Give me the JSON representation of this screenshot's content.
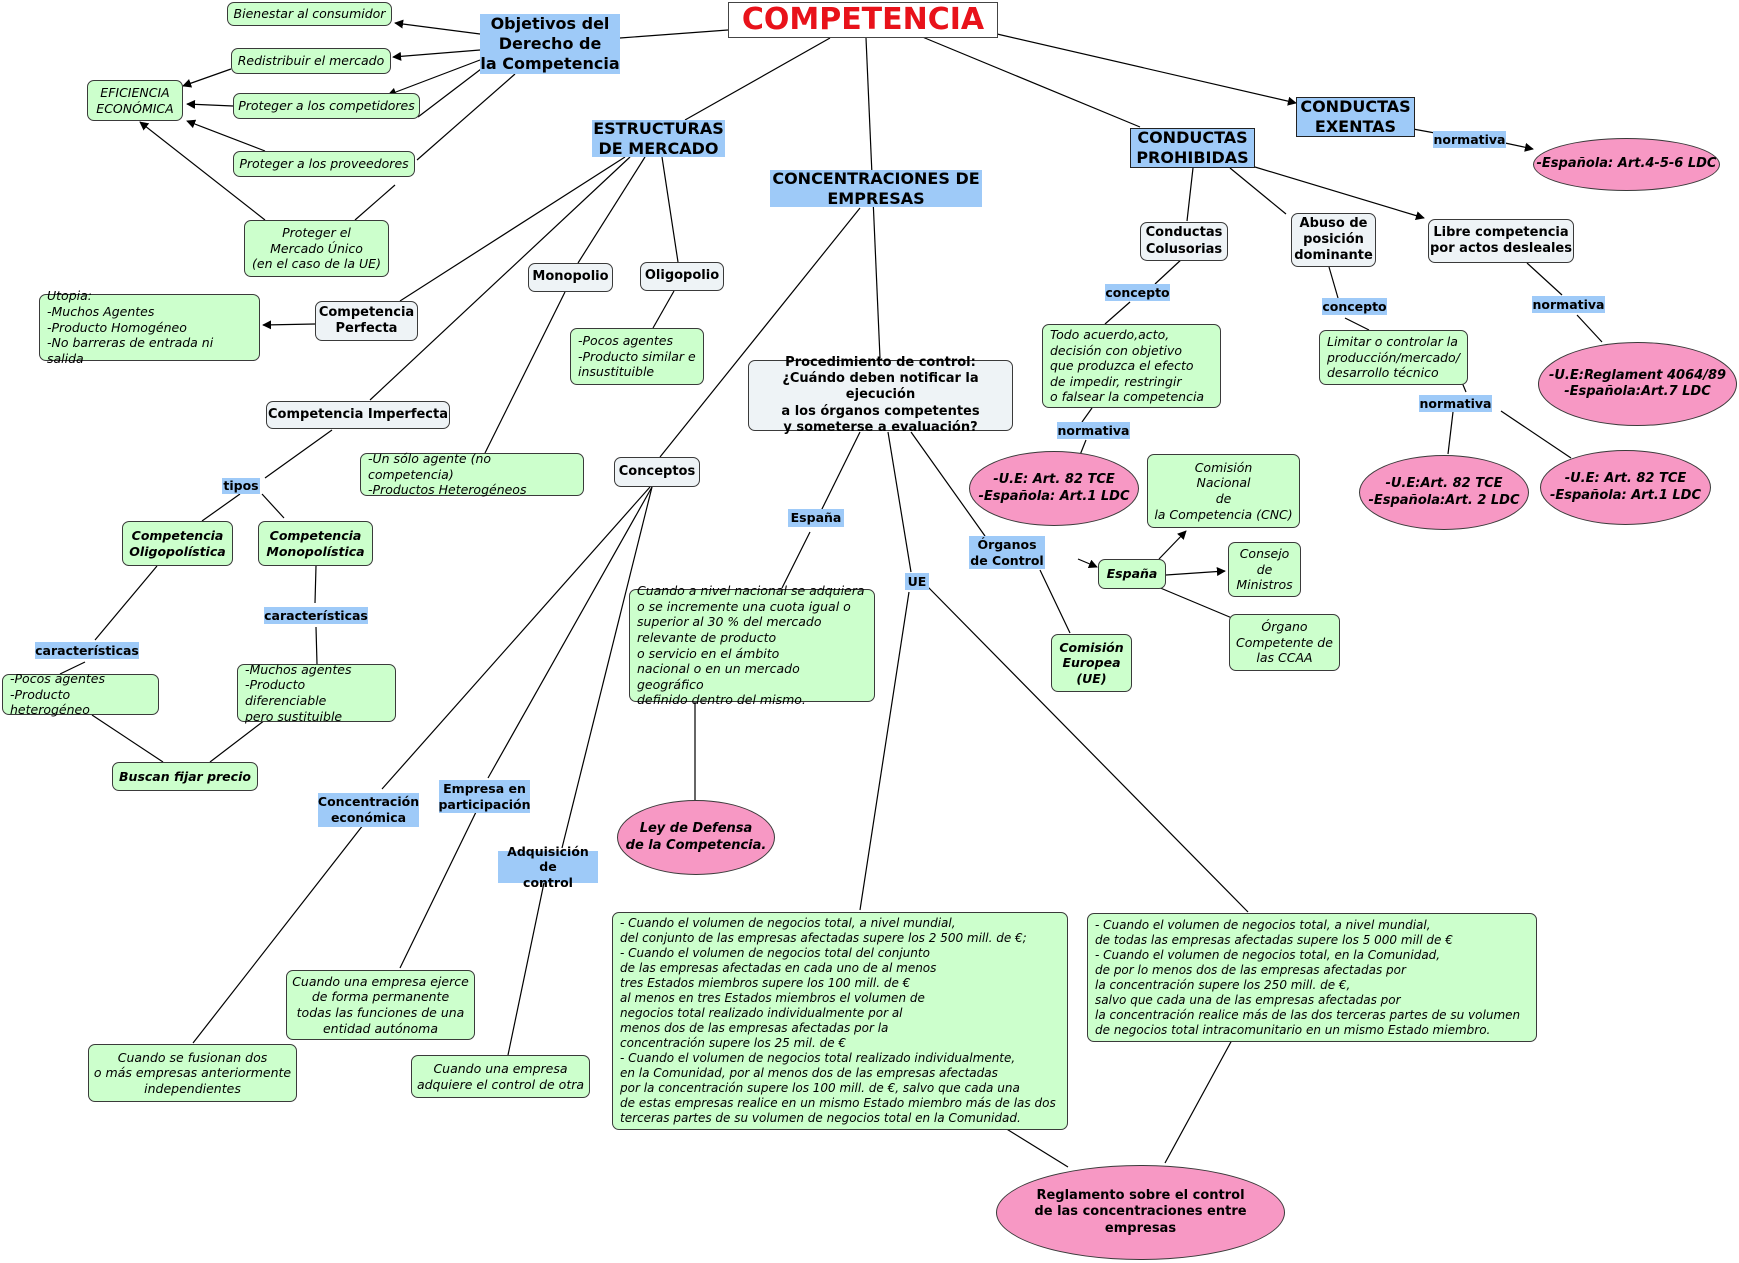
{
  "title": "COMPETENCIA",
  "objectives": {
    "heading": "Objetivos del\nDerecho de\nla Competencia",
    "items": [
      "Bienestar al consumidor",
      "Redistribuir el mercado",
      "Proteger a los competidores",
      "Proteger a los proveedores",
      "Proteger el\nMercado Único\n(en el caso de la UE)"
    ],
    "efficiency": "EFICIENCIA\nECONÓMICA"
  },
  "structures": {
    "heading": "ESTRUCTURAS\nDE MERCADO",
    "perfect": "Competencia\nPerfecta",
    "utopia": "Utopia:\n-Muchos Agentes\n-Producto Homogéneo\n-No barreras de entrada ni salida",
    "monopoly": "Monopolio",
    "monopoly_desc": "-Un sólo agente (no competencia)\n-Productos Heterogéneos",
    "oligopoly": "Oligopolio",
    "oligopoly_desc": "-Pocos agentes\n-Producto similar e\ninsustituible",
    "imperfect": "Competencia Imperfecta",
    "types_label": "tipos",
    "oligopolistic": "Competencia\nOligopolística",
    "monopolistic": "Competencia\nMonopolística",
    "features_label": "características",
    "oligopolistic_desc": "-Pocos agentes\n-Producto heterogéneo",
    "monopolistic_desc": "-Muchos agentes\n-Producto diferenciable\npero sustituible",
    "fix_price": "Buscan fijar precio"
  },
  "concentrations": {
    "heading": "CONCENTRACIONES DE\nEMPRESAS",
    "concepts": "Conceptos",
    "economic": "Concentración\neconómica",
    "economic_desc": "Cuando se fusionan dos\no más empresas anteriormente\nindependientes",
    "participation": "Empresa en\nparticipación",
    "participation_desc": "Cuando una empresa ejerce\nde forma permanente\ntodas las funciones de una\nentidad autónoma",
    "acquisition": "Adquisición de\ncontrol",
    "acquisition_desc": "Cuando una empresa\nadquiere el control de otra",
    "procedure": "Procedimiento de control:\n¿Cuándo deben notificar la ejecución\na los órganos competentes\ny someterse a evaluación?",
    "spain_label": "España",
    "spain_desc": "Cuando a nivel nacional se adquiera\no se incremente una cuota igual o\n superior al 30 % del mercado\n relevante de producto\n o servicio en el ámbito\n nacional o en un mercado geográfico\n definido dentro del mismo.",
    "ldc": "Ley de Defensa\nde la Competencia.",
    "eu_label": "UE",
    "eu_desc1": "- Cuando el volumen de negocios total, a nivel mundial,\ndel conjunto de las empresas afectadas supere los 2 500 mill. de €;\n- Cuando el volumen de negocios total del conjunto\n de las empresas afectadas en cada uno de al menos\ntres Estados miembros supere los 100 mill. de €\nal menos en tres Estados miembros el volumen de\n negocios total realizado individualmente por al\nmenos dos de las empresas afectadas por la\nconcentración supere los 25 mil. de €\n- Cuando el volumen de negocios total realizado individualmente,\n en la Comunidad, por al menos dos de las empresas afectadas\npor la concentración supere los 100 mill. de €, salvo que cada una\nde estas empresas realice en un mismo Estado miembro más de las dos\n terceras partes de su volumen de negocios total en la Comunidad.",
    "eu_desc2": "-  Cuando el volumen de negocios total, a nivel mundial,\nde todas las empresas afectadas supere los 5 000 mill de €\n- Cuando el volumen de negocios total, en la Comunidad,\nde por lo menos dos de las empresas afectadas por\n la concentración supere los 250 mill. de €,\n salvo que cada una de las empresas afectadas por\n la concentración realice más de las dos terceras partes de su volumen\n de negocios total intracomunitario en un mismo Estado miembro.",
    "regulation": "Reglamento sobre el control\nde las concentraciones entre empresas",
    "organs_label": "Órganos\nde Control",
    "organs_spain": "España",
    "cnc": "Comisión\nNacional\nde\nla Competencia (CNC)",
    "council": "Consejo\nde\nMinistros",
    "ccaa": "Órgano\nCompetente de\nlas CCAA",
    "commission": "Comisión\nEuropea\n(UE)"
  },
  "prohibited": {
    "heading": "CONDUCTAS\nPROHIBIDAS",
    "collusive": "Conductas\nColusorias",
    "concept_label": "concepto",
    "collusive_desc": "Todo acuerdo,acto,\n decisión con objetivo\nque produzca el efecto\n de impedir, restringir\n o falsear la competencia",
    "normativa_label": "normativa",
    "collusive_norm": "-U.E: Art. 82 TCE\n-Española: Art.1 LDC",
    "abuse": "Abuso de\nposición\ndominante",
    "abuse_desc": "Limitar o controlar la\nproducción/mercado/\ndesarrollo técnico",
    "abuse_norm1": "-U.E:Art. 82 TCE\n-Española:Art. 2 LDC",
    "abuse_norm2": "-U.E: Art. 82 TCE\n-Española: Art.1 LDC",
    "unfair": "Libre competencia\npor actos desleales",
    "unfair_norm": "-U.E:Reglament 4064/89\n-Española:Art.7 LDC"
  },
  "exempt": {
    "heading": "CONDUCTAS\nEXENTAS",
    "normativa_label": "normativa",
    "norm": "-Española: Art.4-5-6 LDC"
  }
}
